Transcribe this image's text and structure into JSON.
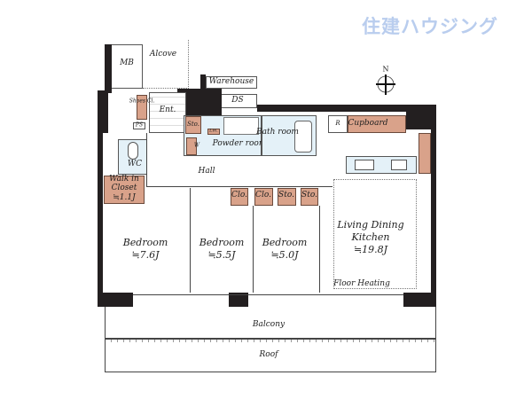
{
  "logo": "住建ハウジング",
  "compass": "N",
  "rooms": {
    "mb": "MB",
    "alcove": "Alcove",
    "warehouse": "Warehouse",
    "ds": "DS",
    "ent": "Ent.",
    "shoes": "Shoes Cl.",
    "ps": "PS",
    "sto_ent": "Sto.",
    "lin": "Lin.",
    "w": "W",
    "powder": "Powder room",
    "bath": "Bath room",
    "r": "R",
    "cupboard": "Cupboard",
    "wc": "WC",
    "walkin": "Walk in Closet",
    "walkin_size": "≒1.1J",
    "hall": "Hall",
    "clo1": "Clo.",
    "clo2": "Clo.",
    "sto1": "Sto.",
    "sto2": "Sto.",
    "bedroom1": "Bedroom",
    "bedroom1_size": "≒7.6J",
    "bedroom2": "Bedroom",
    "bedroom2_size": "≒5.5J",
    "bedroom3": "Bedroom",
    "bedroom3_size": "≒5.0J",
    "ldk1": "Living Dining",
    "ldk2": "Kitchen",
    "ldk_size": "≒19.8J",
    "floor_heating": "Floor Heating",
    "balcony": "Balcony",
    "roof": "Roof"
  },
  "colors": {
    "wall": "#231f20",
    "storage": "#d9a28a",
    "wet": "#e4f1f8",
    "logo": "#b9cdee"
  }
}
